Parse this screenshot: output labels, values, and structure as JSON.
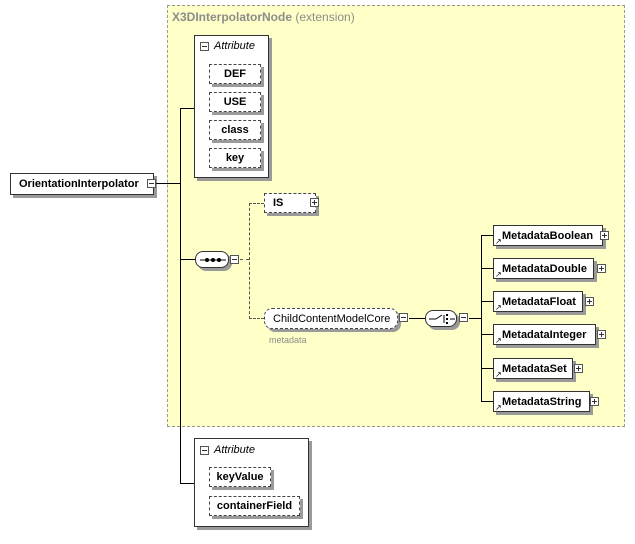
{
  "root": {
    "label": "OrientationInterpolator"
  },
  "extension": {
    "base_name": "X3DInterpolatorNode",
    "suffix": "(extension)"
  },
  "attribute_group_top": {
    "header": "Attribute",
    "items": [
      "DEF",
      "USE",
      "class",
      "key"
    ]
  },
  "attribute_group_bottom": {
    "header": "Attribute",
    "items": [
      "keyValue",
      "containerField"
    ]
  },
  "is_element": {
    "label": "IS"
  },
  "child_content": {
    "label": "ChildContentModelCore",
    "sublabel": "metadata"
  },
  "metadata_choices": [
    "MetadataBoolean",
    "MetadataDouble",
    "MetadataFloat",
    "MetadataInteger",
    "MetadataSet",
    "MetadataString"
  ]
}
